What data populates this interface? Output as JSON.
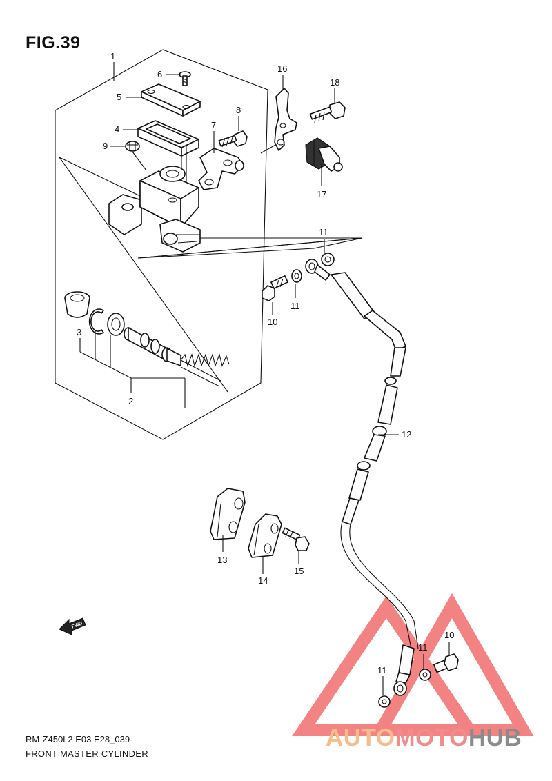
{
  "figure": {
    "title": "FIG.39"
  },
  "footer": {
    "model_code": "RM-Z450L2 E03 E28_039",
    "caption": "FRONT MASTER CYLINDER"
  },
  "callouts": {
    "c1": "1",
    "c2": "2",
    "c3": "3",
    "c4": "4",
    "c5": "5",
    "c6": "6",
    "c7": "7",
    "c8": "8",
    "c9": "9",
    "c10a": "10",
    "c10b": "10",
    "c11a": "11",
    "c11b": "11",
    "c11c": "11",
    "c11d": "11",
    "c12": "12",
    "c13": "13",
    "c14": "14",
    "c15": "15",
    "c16": "16",
    "c17": "17",
    "c18": "18"
  },
  "fwd_arrow": {
    "label": "FWD",
    "icon": "fwd-arrow-icon"
  },
  "watermark": {
    "part1": "AUTO",
    "part2": "MOTO",
    "part3": "HUB",
    "colors": {
      "auto": "#f6bd8c",
      "moto": "#f08c8c",
      "hub": "#8b8b8b",
      "triangle": "#f26e6e"
    }
  }
}
